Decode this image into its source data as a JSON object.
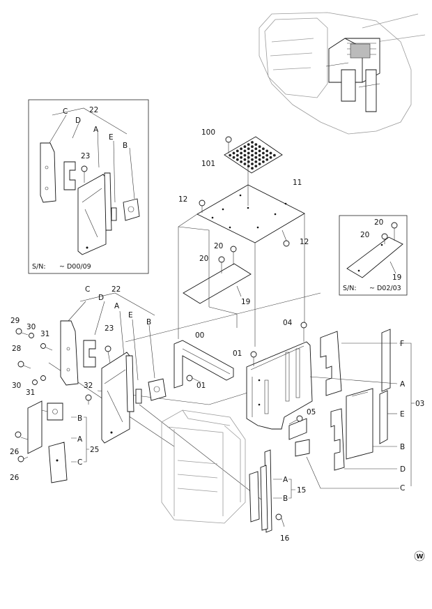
{
  "inset_top_left": {
    "serial": "S/N:",
    "range": "~ D00/09",
    "labels": {
      "C": "C",
      "D": "D",
      "A": "A",
      "E": "E",
      "B": "B",
      "n22": "22",
      "n23": "23"
    }
  },
  "inset_right": {
    "serial": "S/N:",
    "range": "~ D02/03",
    "labels": {
      "n20a": "20",
      "n20b": "20",
      "n19": "19"
    }
  },
  "callouts": {
    "c100": "100",
    "c101": "101",
    "c11": "11",
    "c12a": "12",
    "c12b": "12",
    "c20a": "20",
    "c20b": "20",
    "c19": "19",
    "c22": "22",
    "cC1": "C",
    "cD1": "D",
    "cA1": "A",
    "cE1": "E",
    "cB1": "B",
    "c23": "23",
    "c29": "29",
    "c30a": "30",
    "c31a": "31",
    "c28": "28",
    "c30b": "30",
    "c31b": "31",
    "c32": "32",
    "c00": "00",
    "c01a": "01",
    "c01b": "01",
    "c04": "04",
    "c05": "05",
    "cB2": "B",
    "cA2": "A",
    "cC2": "C",
    "c25": "25",
    "c26a": "26",
    "c26b": "26",
    "cF3": "F",
    "cA3": "A",
    "cE3": "E",
    "cB3": "B",
    "cD3": "D",
    "cC3": "C",
    "c03": "03",
    "cA4": "A",
    "cB4": "B",
    "c15": "15",
    "c16": "16"
  },
  "mark": "W"
}
